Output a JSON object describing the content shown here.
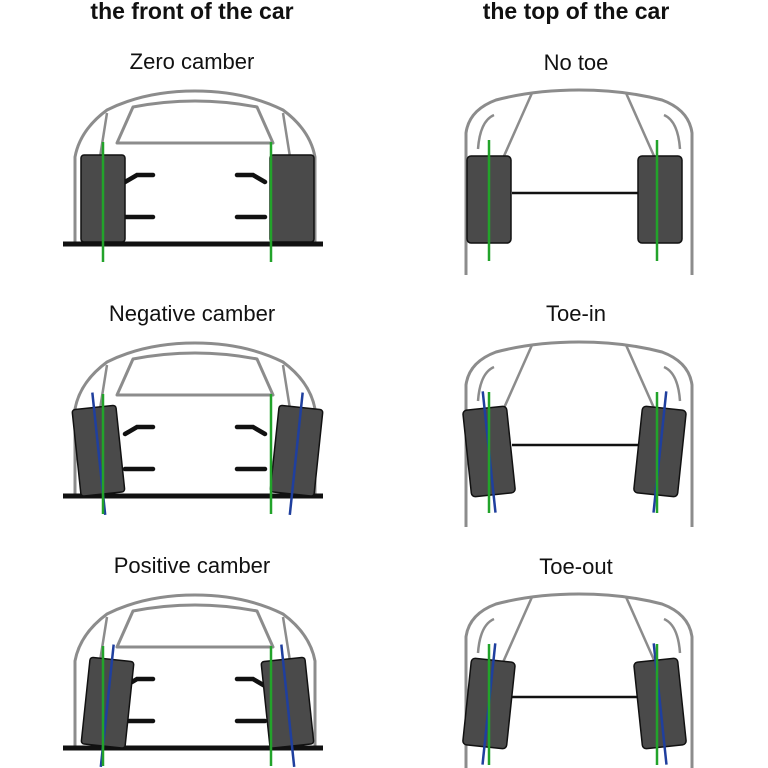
{
  "headings": {
    "left": "the front of the car",
    "right": "the top of the car"
  },
  "panels": {
    "zero_camber": {
      "title": "Zero camber",
      "tilt_deg": 0
    },
    "negative_camber": {
      "title": "Negative camber",
      "tilt_deg": -6
    },
    "positive_camber": {
      "title": "Positive camber",
      "tilt_deg": 6
    },
    "no_toe": {
      "title": "No toe",
      "tilt_deg": 0
    },
    "toe_in": {
      "title": "Toe-in",
      "tilt_deg": 6
    },
    "toe_out": {
      "title": "Toe-out",
      "tilt_deg": -6
    }
  },
  "colors": {
    "car_outline": "#8c8c8c",
    "tire": "#4a4a4a",
    "ground": "#111111",
    "reference_line": "#22a32a",
    "wheel_axis_line": "#1f3f9e"
  }
}
